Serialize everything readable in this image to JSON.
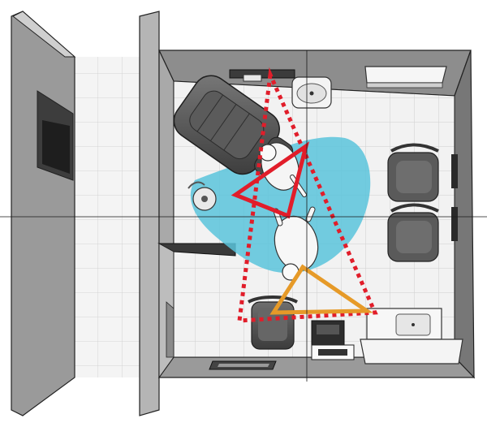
{
  "figure": {
    "labels": []
  },
  "colors": {
    "floor": "#f1f1f1",
    "floor_grid": "#c9c9c9",
    "wall": "#8c8c8c",
    "wall_dark": "#4f4f4f",
    "wall_light": "#c4c4c4",
    "outline": "#222222",
    "work_zone": "#5bc4dc",
    "triangle_red": "#e11d2a",
    "triangle_orange": "#e69a28",
    "dotted_red": "#e11d2a",
    "chair": "#5a5a5a",
    "chair_dark": "#2f2f2f",
    "furniture_white": "#f7f7f7"
  },
  "icons": {
    "dental_chair": "dental-chair-icon",
    "operator_stool": "operator-stool-icon",
    "assistant_stool": "assistant-stool-icon",
    "dentist": "dentist-figure-icon",
    "assistant": "assistant-figure-icon",
    "waiting_chair": "waiting-chair-icon",
    "sink": "sink-icon",
    "cabinet": "cabinet-icon"
  },
  "zones": {
    "work_zone": "static-work-zone",
    "red_triangle": "dentist-triangle",
    "orange_triangle": "assistant-triangle",
    "dotted_triangle": "overall-work-triangle"
  }
}
